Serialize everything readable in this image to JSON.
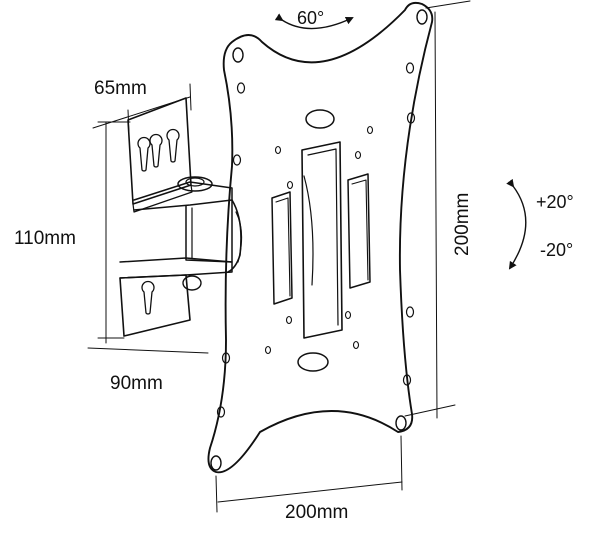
{
  "labels": {
    "rotation_top": "60°",
    "depth_top": "65mm",
    "height_bracket": "110mm",
    "depth_bottom": "90mm",
    "plate_height": "200mm",
    "plate_width": "200mm",
    "tilt_up": "+20°",
    "tilt_down": "-20°"
  },
  "colors": {
    "line": "#111111",
    "background": "#ffffff"
  }
}
